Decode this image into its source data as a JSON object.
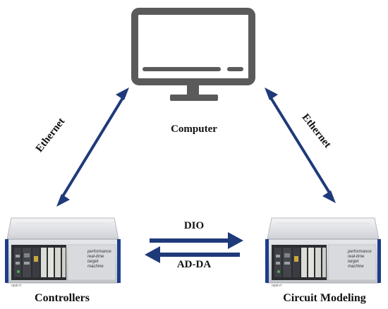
{
  "computer": {
    "label": "Computer",
    "icon": "monitor-icon",
    "color": "#5a5a5a"
  },
  "controllers": {
    "label": "Controllers",
    "icon": "real-time-target-machine-icon"
  },
  "circuit_modeling": {
    "label": "Circuit Modeling",
    "icon": "real-time-target-machine-icon"
  },
  "links": {
    "ethernet_left": {
      "label": "Ethernet",
      "color": "#1f3a7a"
    },
    "ethernet_right": {
      "label": "Ethernet",
      "color": "#1f3a7a"
    },
    "dio": {
      "label": "DIO",
      "direction": "controllers-to-circuit-modeling",
      "color": "#1f3a7a"
    },
    "ad_da": {
      "label": "AD-DA",
      "direction": "circuit-modeling-to-controllers",
      "color": "#1f3a7a"
    }
  },
  "machine_panel": {
    "brand": "opal-rt",
    "text_lines": [
      "performance",
      "real-time",
      "target",
      "machine"
    ]
  }
}
